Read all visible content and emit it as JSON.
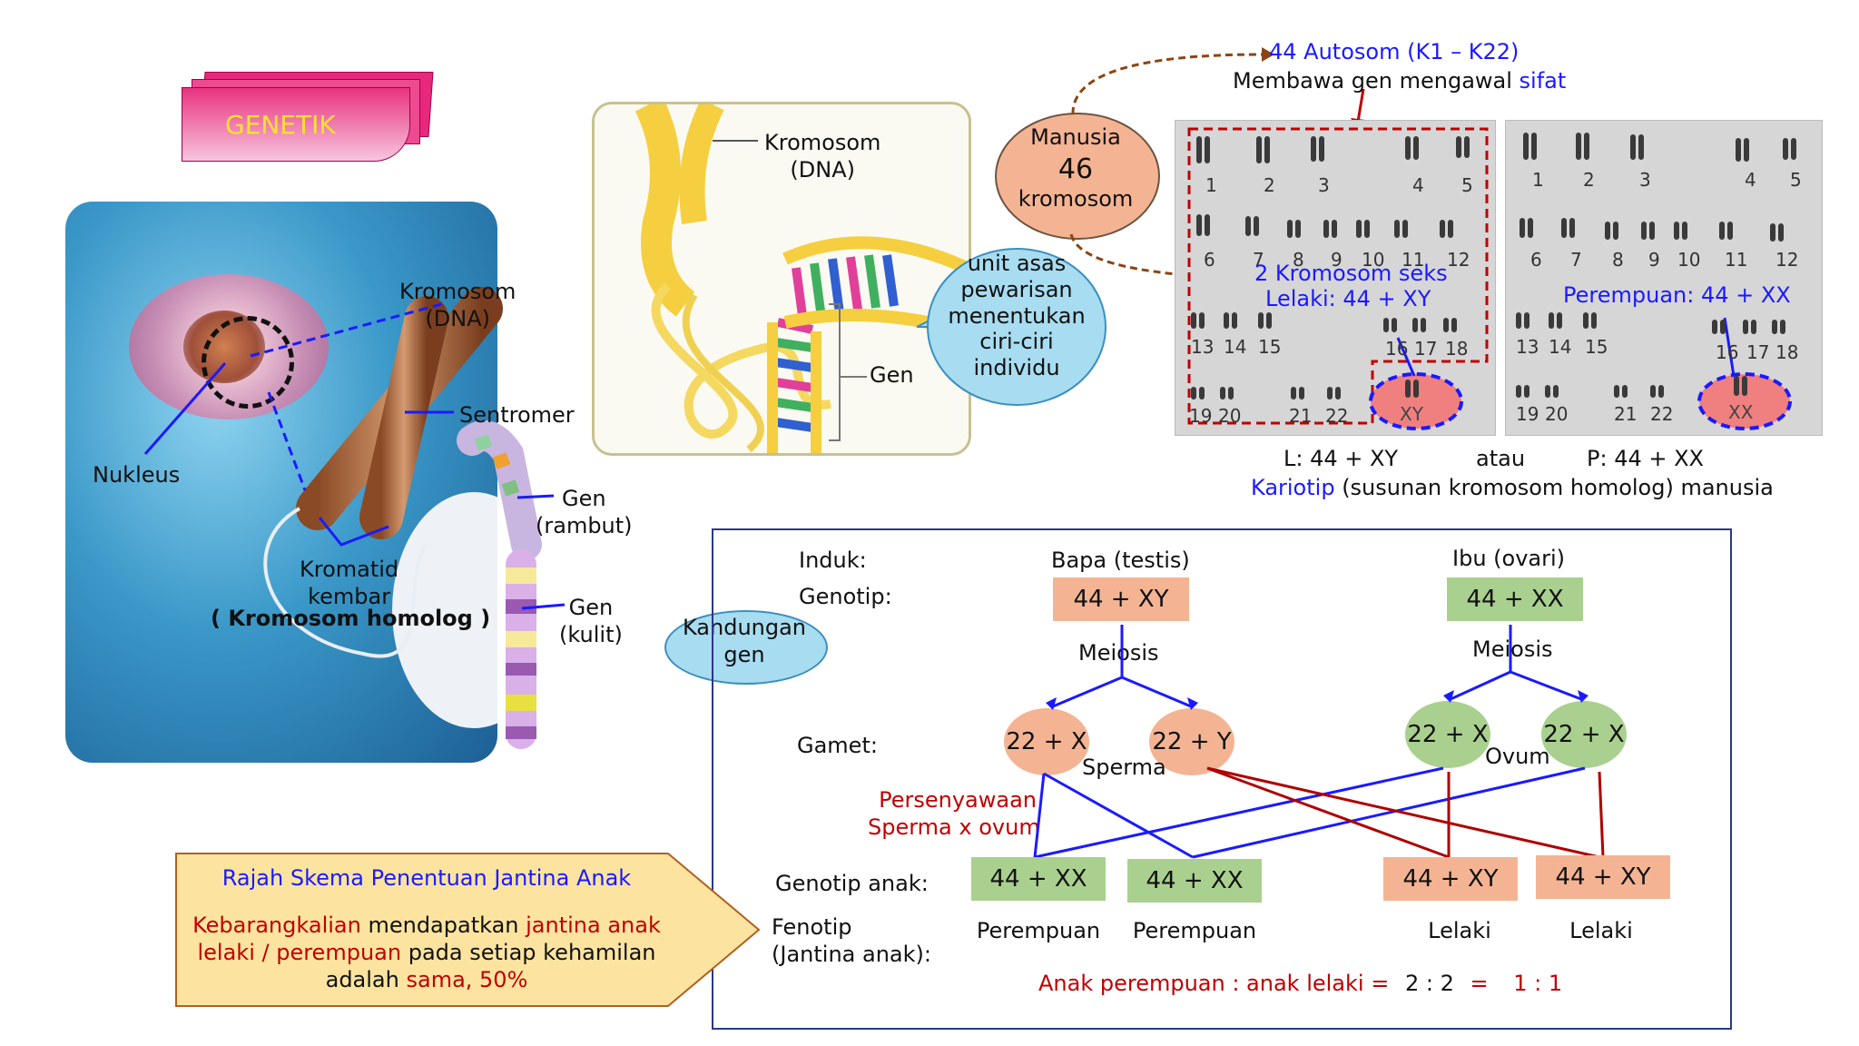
{
  "title": "GENETIK",
  "cell": {
    "kromosom": "Kromosom\n(DNA)",
    "nukleus": "Nukleus",
    "sentromer": "Sentromer",
    "kromatid": "Kromatid\nkembar",
    "homolog": "( Kromosom  homolog )",
    "gen_rambut": "Gen\n(rambut)",
    "gen_kulit": "Gen\n(kulit)"
  },
  "dna": {
    "kromosom": "Kromosom\n(DNA)",
    "gen": "Gen",
    "bubble": "unit asas\npewarisan\nmenentukan\nciri-ciri\nindividu"
  },
  "kandungan": "Kandungan\ngen",
  "manusia": {
    "l1": "Manusia",
    "l2": "46",
    "l3": "kromosom"
  },
  "autosom": {
    "title": "44 Autosom (K1 – K22)",
    "sub_a": "Membawa gen mengawal ",
    "sub_b": "sifat"
  },
  "karyotype": {
    "numbers_row1": [
      "1",
      "2",
      "3",
      "4",
      "5"
    ],
    "numbers_row2": [
      "6",
      "7",
      "8",
      "9",
      "10",
      "11",
      "12"
    ],
    "numbers_row3": [
      "13",
      "14",
      "15",
      "16",
      "17",
      "18"
    ],
    "numbers_row4": [
      "19",
      "20",
      "21",
      "22"
    ],
    "seks_label": "2 Kromosom seks",
    "lelaki": "Lelaki: 44 + XY",
    "perempuan": "Perempuan: 44 + XX",
    "xy": "XY",
    "xx": "XX",
    "l_label": "L: 44 + XY",
    "atau": "atau",
    "p_label": "P: 44 + XX",
    "caption_a": "Kariotip",
    "caption_b": " (susunan kromosom homolog) manusia"
  },
  "schema": {
    "induk": "Induk:",
    "genotip": "Genotip:",
    "gamet": "Gamet:",
    "genotip_anak": "Genotip anak:",
    "fenotip": "Fenotip\n(Jantina anak):",
    "bapa": "Bapa (testis)",
    "ibu": "Ibu (ovari)",
    "bapa_geno": "44 + XY",
    "ibu_geno": "44 + XX",
    "meiosis": "Meiosis",
    "g1": "22 + X",
    "g2": "22 + Y",
    "g3": "22 + X",
    "g4": "22 + X",
    "sperma": "Sperma",
    "ovum": "Ovum",
    "persenyawaan": "Persenyawaan\nSperma x ovum",
    "anak": [
      "44 + XX",
      "44 + XX",
      "44 + XY",
      "44 + XY"
    ],
    "fenotip_vals": [
      "Perempuan",
      "Perempuan",
      "Lelaki",
      "Lelaki"
    ],
    "ratio_a": "Anak perempuan : anak lelaki =",
    "ratio_b": "2 : 2",
    "ratio_c": "=",
    "ratio_d": "1 : 1"
  },
  "callout": {
    "title": "Rajah Skema Penentuan Jantina Anak",
    "l1a": "Kebarangkalian",
    "l1b": " mendapatkan ",
    "l1c": "jantina anak",
    "l2a": "lelaki / perempuan",
    "l2b": " pada setiap kehamilan",
    "l3a": "adalah ",
    "l3b": "sama, 50%"
  },
  "colors": {
    "peach": "#f4b493",
    "green": "#a9d08e",
    "blue": "#1a1aff",
    "red": "#c00000",
    "bubble": "#a8dcf0"
  }
}
